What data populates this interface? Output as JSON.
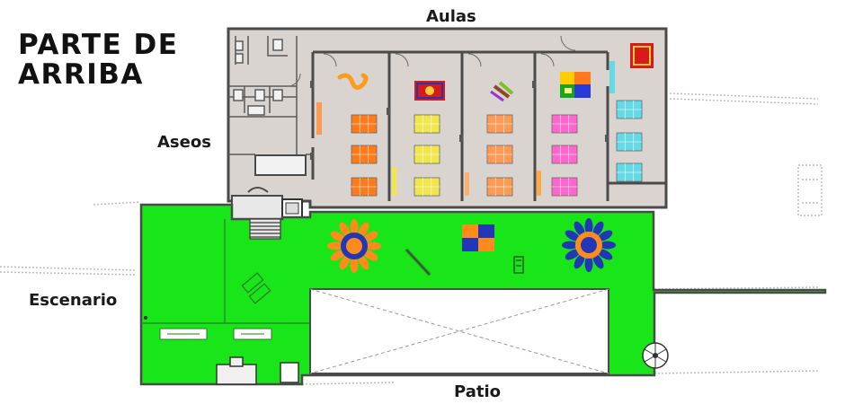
{
  "title": {
    "line1": "PARTE DE",
    "line2": "ARRIBA"
  },
  "labels": {
    "aulas": "Aulas",
    "aseos": "Aseos",
    "escenario": "Escenario",
    "patio": "Patio"
  },
  "colors": {
    "floor": "#d9d4cf",
    "wall": "#4a4a4a",
    "garden": "#19e619",
    "patio": "#ffffff",
    "tables_orange": "#ff7a1a",
    "tables_yellow": "#f2e64d",
    "tables_salmon": "#ff9a55",
    "tables_pink": "#ff66cc",
    "tables_cyan": "#66d9e6",
    "flower_orange": "#ff8c1a",
    "flower_blue": "#2236b8"
  },
  "classrooms": [
    {
      "id": "aula-1",
      "table_color": "orange"
    },
    {
      "id": "aula-2",
      "table_color": "yellow"
    },
    {
      "id": "aula-3",
      "table_color": "salmon"
    },
    {
      "id": "aula-4",
      "table_color": "pink"
    },
    {
      "id": "aula-5",
      "table_color": "cyan"
    }
  ]
}
